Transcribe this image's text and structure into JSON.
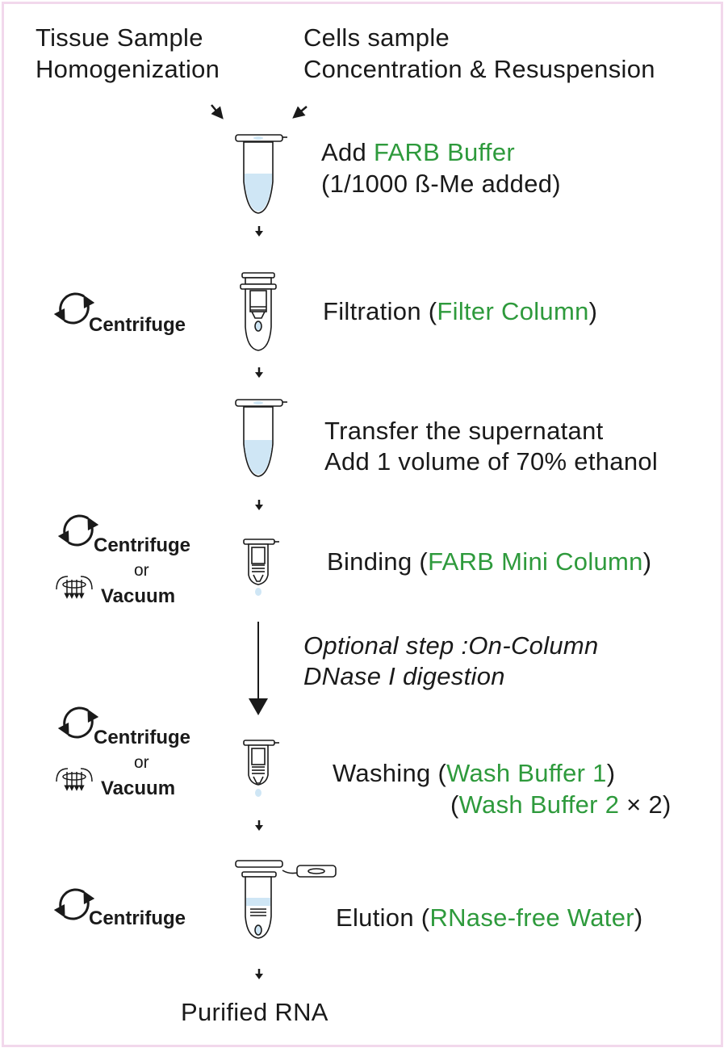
{
  "top": {
    "tissue": {
      "line1": "Tissue Sample",
      "line2": "Homogenization"
    },
    "cells": {
      "line1": "Cells sample",
      "line2": "Concentration & Resuspension"
    }
  },
  "steps": {
    "s1": {
      "pre": "Add ",
      "reagent": "FARB Buffer",
      "line2": "(1/1000 ß-Me added)"
    },
    "s2": {
      "pre": "Filtration (",
      "reagent": "Filter Column",
      "post": ")",
      "method": "Centrifuge"
    },
    "s3": {
      "line1": "Transfer the supernatant",
      "line2": "Add 1 volume of 70% ethanol"
    },
    "s4": {
      "pre": "Binding (",
      "reagent": "FARB Mini Column",
      "post": ")",
      "method1": "Centrifuge",
      "or": "or",
      "method2": "Vacuum"
    },
    "optional": {
      "line1": "Optional step :On-Column",
      "line2": "DNase I digestion"
    },
    "s5": {
      "pre": "Washing (",
      "reagent1": "Wash Buffer 1",
      "post1": ")",
      "pre2": "(",
      "reagent2": "Wash Buffer 2",
      "post2": " × 2)",
      "method1": "Centrifuge",
      "or": "or",
      "method2": "Vacuum"
    },
    "s6": {
      "pre": "Elution (",
      "reagent": "RNase-free Water",
      "post": ")",
      "method": "Centrifuge"
    }
  },
  "result": "Purified RNA",
  "colors": {
    "reagent": "#2e9a3c",
    "liquid": "#cfe6f5",
    "border": "#f2d8ec"
  }
}
